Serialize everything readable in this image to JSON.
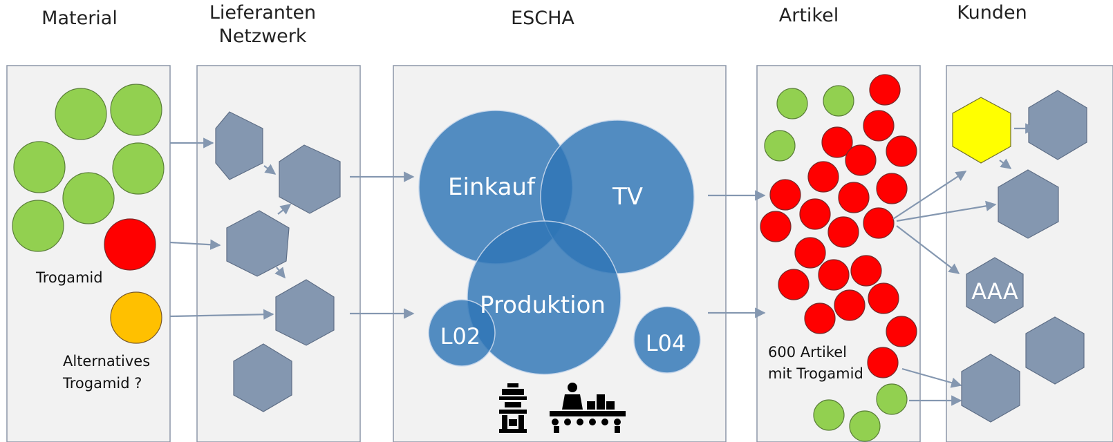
{
  "columns": {
    "material": "Material",
    "supplier_line1": "Lieferanten",
    "supplier_line2": "Netzwerk",
    "escha": "ESCHA",
    "artikel": "Artikel",
    "kunden": "Kunden"
  },
  "material_panel": {
    "trogamid_label": "Trogamid",
    "alternative_line1": "Alternatives",
    "alternative_line2": "Trogamid ?"
  },
  "escha_panel": {
    "einkauf": "Einkauf",
    "tv": "TV",
    "produktion": "Produktion",
    "l02": "L02",
    "l04": "L04",
    "machine_icon": "press-machine-icon",
    "worker_icon": "conveyor-worker-icon"
  },
  "artikel_panel": {
    "count_line1": "600 Artikel",
    "count_line2": "mit Trogamid"
  },
  "kunden_panel": {
    "aaa_label": "AAA"
  },
  "colors": {
    "green": "#92d050",
    "red": "#ff0000",
    "orange": "#ffc000",
    "yellow": "#ffff00",
    "hex_blue": "#8497b0",
    "bubble_blue": "#2e75b6",
    "panel_bg": "#f2f2f2"
  }
}
